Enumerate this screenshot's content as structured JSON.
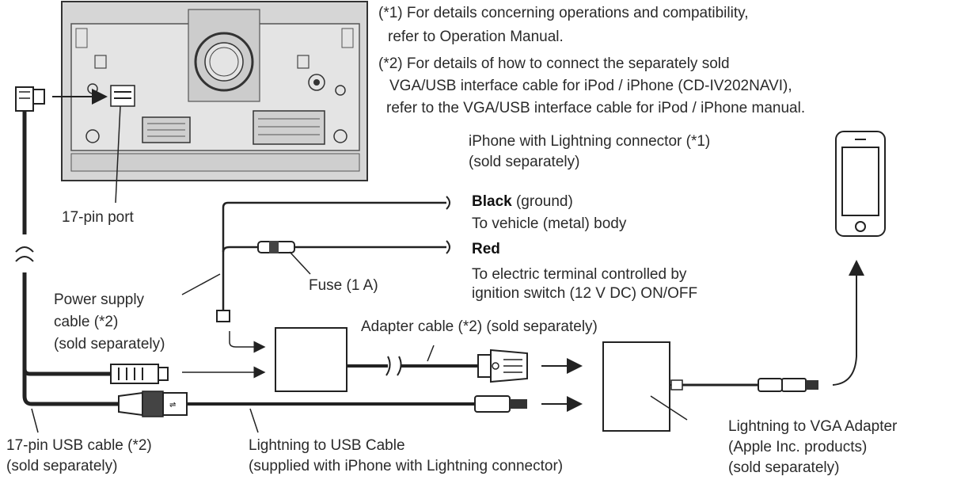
{
  "notes": {
    "note1_line1": "(*1) For details concerning operations and compatibility,",
    "note1_line2": "refer to Operation Manual.",
    "note2_line1": "(*2) For details of how to connect the separately sold",
    "note2_line2": "VGA/USB interface cable for iPod / iPhone (CD-IV202NAVI),",
    "note2_line3": "refer to the VGA/USB interface cable for iPod / iPhone manual."
  },
  "labels": {
    "port": "17-pin port",
    "iphone_line1": "iPhone with Lightning connector (*1)",
    "iphone_line2": "(sold separately)",
    "black_bold": "Black",
    "black_rest": "(ground)",
    "black_desc": "To vehicle (metal) body",
    "red_bold": "Red",
    "red_desc1": "To electric terminal controlled by",
    "red_desc2": "ignition switch (12 V DC) ON/OFF",
    "fuse": "Fuse (1 A)",
    "power_line1": "Power supply",
    "power_line2": "cable (*2)",
    "power_line3": "(sold separately)",
    "adapter_cable": "Adapter cable (*2) (sold separately)",
    "usb17_line1": "17-pin USB cable (*2)",
    "usb17_line2": "(sold separately)",
    "lightning_usb_line1": "Lightning to USB Cable",
    "lightning_usb_line2": "(supplied with iPhone with Lightning connector)",
    "vga_adapter_line1": "Lightning to VGA Adapter",
    "vga_adapter_line2": "(Apple Inc. products)",
    "vga_adapter_line3": "(sold separately)"
  },
  "icons": {
    "head_unit": "head-unit-rear-panel",
    "phone": "iphone-icon",
    "arrow": "arrow-icon",
    "fuse": "fuse-icon"
  },
  "colors": {
    "ink": "#222222",
    "unit_fill": "#dcdcdc"
  }
}
